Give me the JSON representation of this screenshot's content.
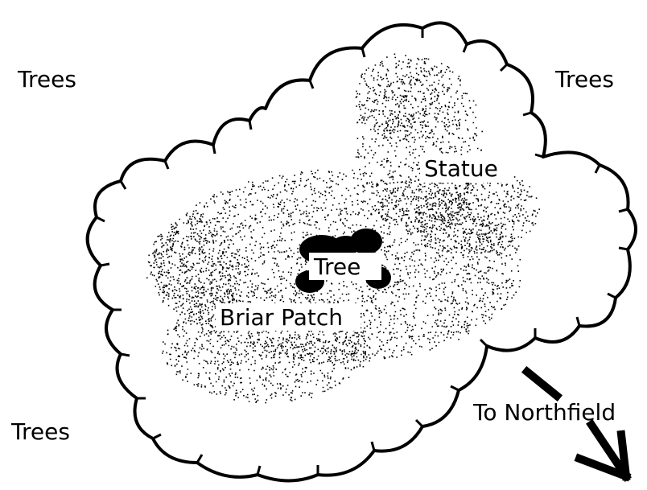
{
  "labels": {
    "trees_top_left": "Trees",
    "trees_top_right": "Trees",
    "trees_bottom_left": "Trees",
    "statue": "Statue",
    "tree": "Tree",
    "briar_patch": "Briar Patch",
    "to_northfield": "To Northfield"
  },
  "colors": {
    "ink": "#000000",
    "background": "#ffffff"
  }
}
